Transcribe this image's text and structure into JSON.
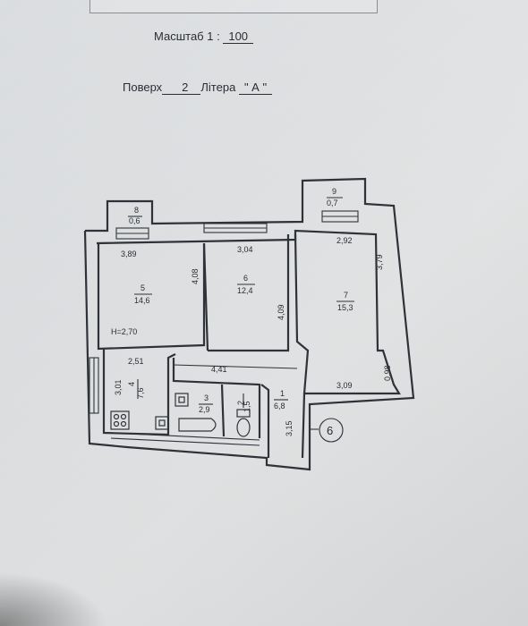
{
  "header": {
    "scale_label": "Масштаб",
    "scale_value": "1 :",
    "scale_number": "100",
    "floor_label": "Поверх",
    "floor_value": "2",
    "litera_label": "Літера",
    "litera_value": "\" А \""
  },
  "rooms": [
    {
      "num": "8",
      "area": "0,6"
    },
    {
      "num": "9",
      "area": "0,7"
    },
    {
      "num": "5",
      "area": "14,6"
    },
    {
      "num": "6",
      "area": "12,4"
    },
    {
      "num": "7",
      "area": "15,3"
    },
    {
      "num": "4",
      "area": "7,6"
    },
    {
      "num": "3",
      "area": "2,9"
    },
    {
      "num": "2",
      "area": "1,5"
    },
    {
      "num": "1",
      "area": "6,8"
    }
  ],
  "dimensions": {
    "d1": "3,89",
    "d2": "4,08",
    "d3": "3,04",
    "d4": "4,09",
    "d5": "2,92",
    "d6": "3,79",
    "d7": "2,51",
    "d8": "4,41",
    "d9": "3,01",
    "d10": "3,09",
    "d11": "0,98",
    "d12": "3,15"
  },
  "height_label": "Н=2,70",
  "section_mark": "6"
}
